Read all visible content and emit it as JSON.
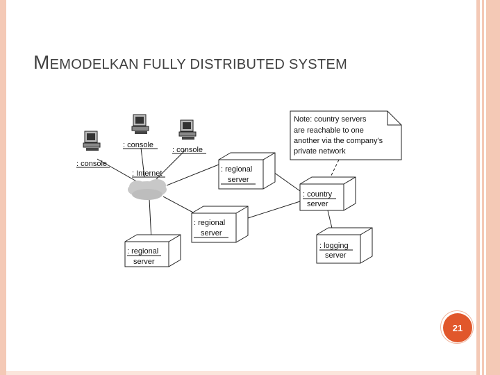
{
  "slide": {
    "title_first_letter": "M",
    "title_rest": "EMODELKAN FULLY DISTRIBUTED SYSTEM",
    "page_number": "21"
  },
  "diagram": {
    "consoles": [
      ": console",
      ": console",
      ": console"
    ],
    "internet": ": Internet",
    "regional_server_label": ": regional",
    "server_word": "server",
    "country_label": ": country",
    "logging_label": ": logging",
    "note_lines": [
      "Note: country servers",
      "are reachable to one",
      "another via the company's",
      "private network"
    ]
  },
  "colors": {
    "accent": "#e1572b",
    "frame": "#f4c9b6"
  }
}
